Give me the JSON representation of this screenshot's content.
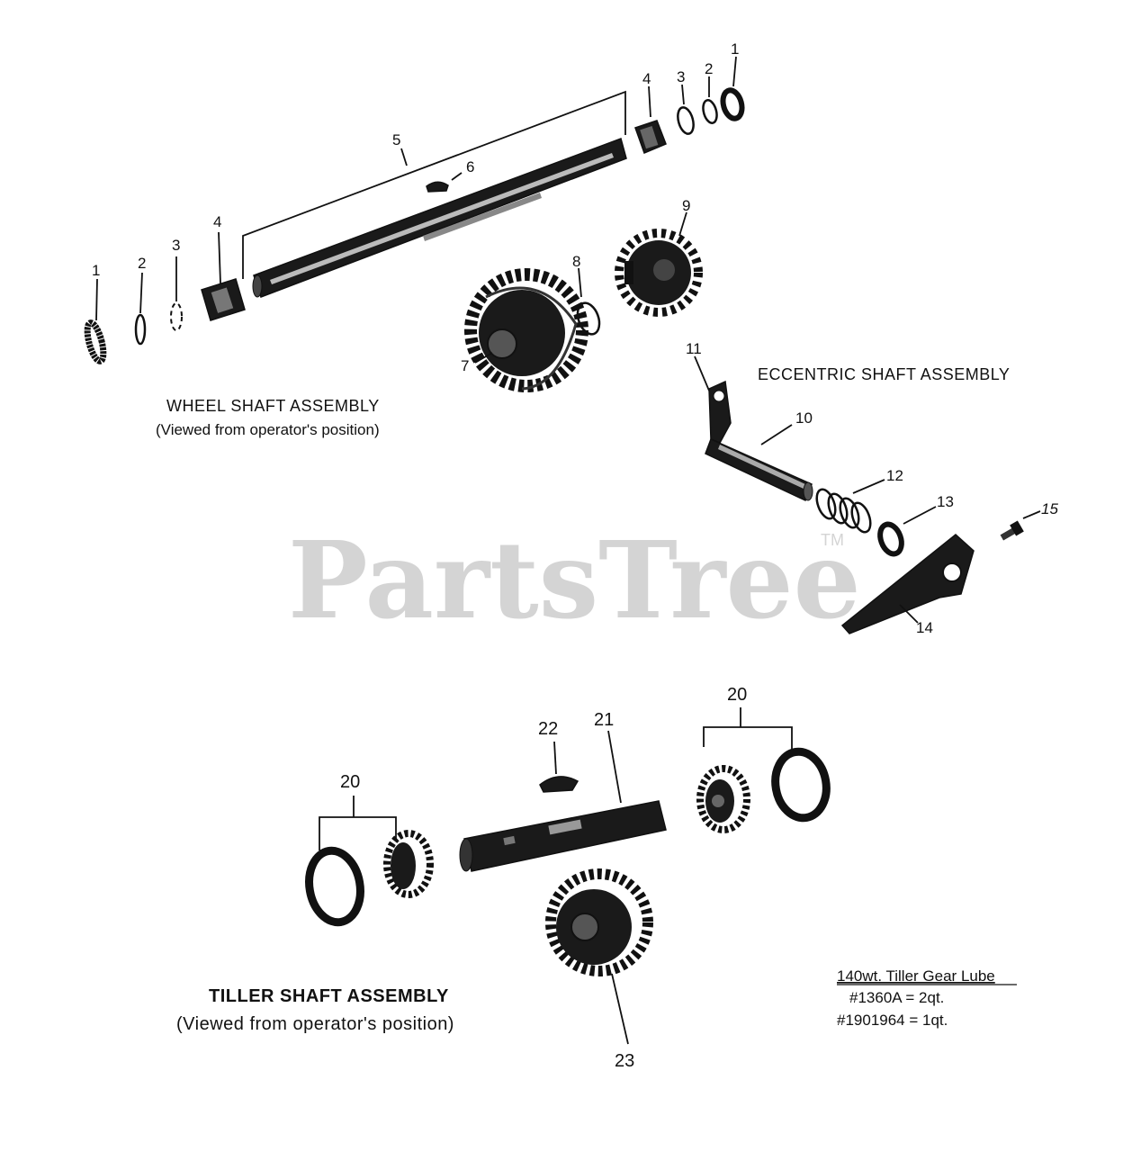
{
  "watermark": {
    "text": "PartsTree",
    "tm": "TM"
  },
  "wheel_shaft": {
    "title": "WHEEL SHAFT ASSEMBLY",
    "subtitle": "(Viewed from operator's position)",
    "callouts": {
      "r1": "1",
      "r2": "2",
      "r3": "3",
      "r4": "4",
      "r5": "5",
      "r6": "6",
      "r7": "7",
      "r8": "8",
      "r9": "9",
      "l1": "1",
      "l2": "2",
      "l3": "3",
      "l4": "4"
    }
  },
  "eccentric_shaft": {
    "title": "ECCENTRIC SHAFT ASSEMBLY",
    "callouts": {
      "c10": "10",
      "c11": "11",
      "c12": "12",
      "c13": "13",
      "c14": "14",
      "c15": "15"
    }
  },
  "tiller_shaft": {
    "title": "TILLER SHAFT ASSEMBLY",
    "subtitle": "(Viewed from operator's position)",
    "callouts": {
      "c20a": "20",
      "c20b": "20",
      "c21": "21",
      "c22": "22",
      "c23": "23"
    }
  },
  "lube_note": {
    "heading": "140wt. Tiller Gear Lube",
    "line1": "#1360A = 2qt.",
    "line2": "#1901964 = 1qt."
  }
}
